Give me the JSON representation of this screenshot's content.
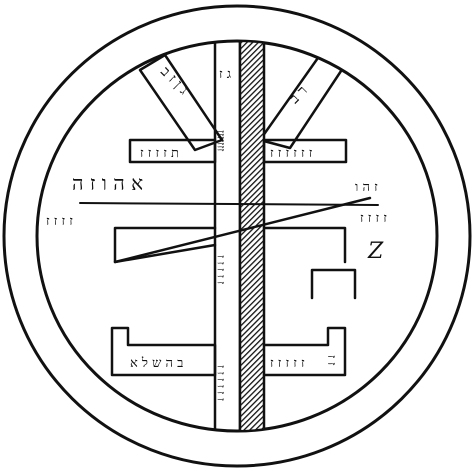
{
  "seal": {
    "ink_color": "#111111",
    "paper_color": "#ffffff",
    "inscriptions": {
      "top_left_ray": "ג ן ז ב",
      "top_center": "ג ז",
      "top_right_ray": "ר ב",
      "upper_left_box": "ת ז ז ז ז",
      "upper_right_box": "ז ז ז ז ז ז",
      "center_column_upper": "זזזזזזז",
      "center_column_lower": "ז ז ז ז ז",
      "left_long_word": "א ה ו ז ה",
      "right_small_word": "ז ה ו",
      "left_middle_word": "ז ז ז ז",
      "right_middle_word": "ז ז ז ז",
      "right_z_glyph": "Z",
      "lower_left_box": "ב ה ש ל א",
      "lower_right_box": "ז ז ז ז ז",
      "lower_right_side": "ז ז",
      "column_bottom": "ז ז ז ז ז ז"
    }
  }
}
